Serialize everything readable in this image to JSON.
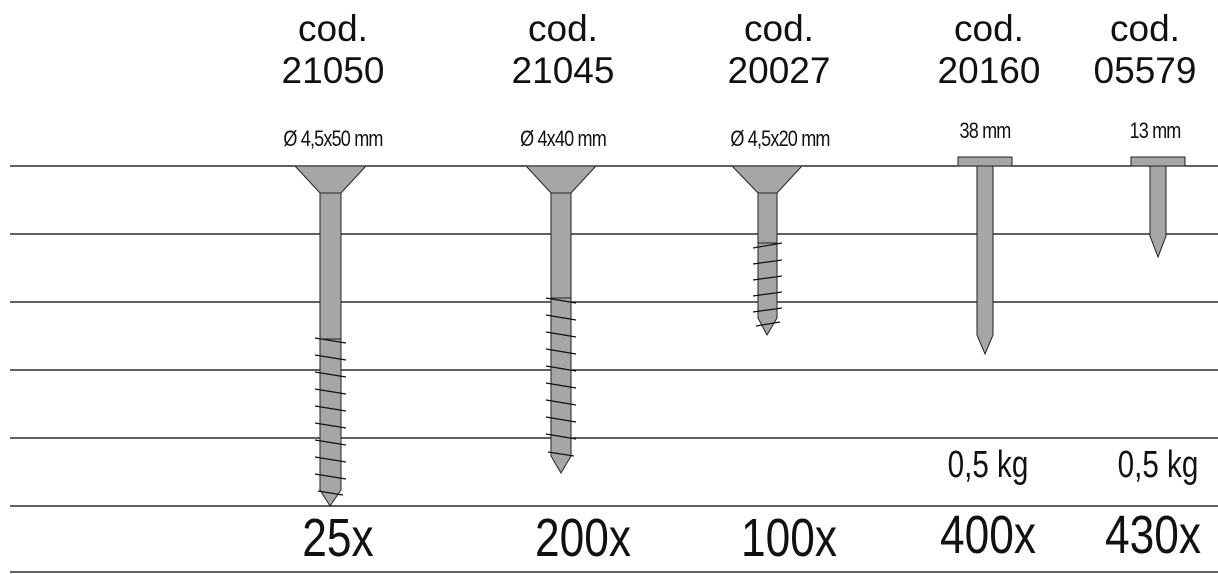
{
  "items": [
    {
      "code_label": "cod.",
      "code": "21050",
      "spec": "Ø 4,5x50 mm",
      "weight": "",
      "quantity": "25x"
    },
    {
      "code_label": "cod.",
      "code": "21045",
      "spec": "Ø 4x40 mm",
      "weight": "",
      "quantity": "200x"
    },
    {
      "code_label": "cod.",
      "code": "20027",
      "spec": "Ø 4,5x20 mm",
      "weight": "",
      "quantity": "100x"
    },
    {
      "code_label": "cod.",
      "code": "20160",
      "spec": "38 mm",
      "weight": "0,5 kg",
      "quantity": "400x"
    },
    {
      "code_label": "cod.",
      "code": "05579",
      "spec": "13 mm",
      "weight": "0,5 kg",
      "quantity": "430x"
    }
  ],
  "colors": {
    "fastener": "#a6a6a6",
    "outline": "#222222",
    "rule": "#000000"
  }
}
